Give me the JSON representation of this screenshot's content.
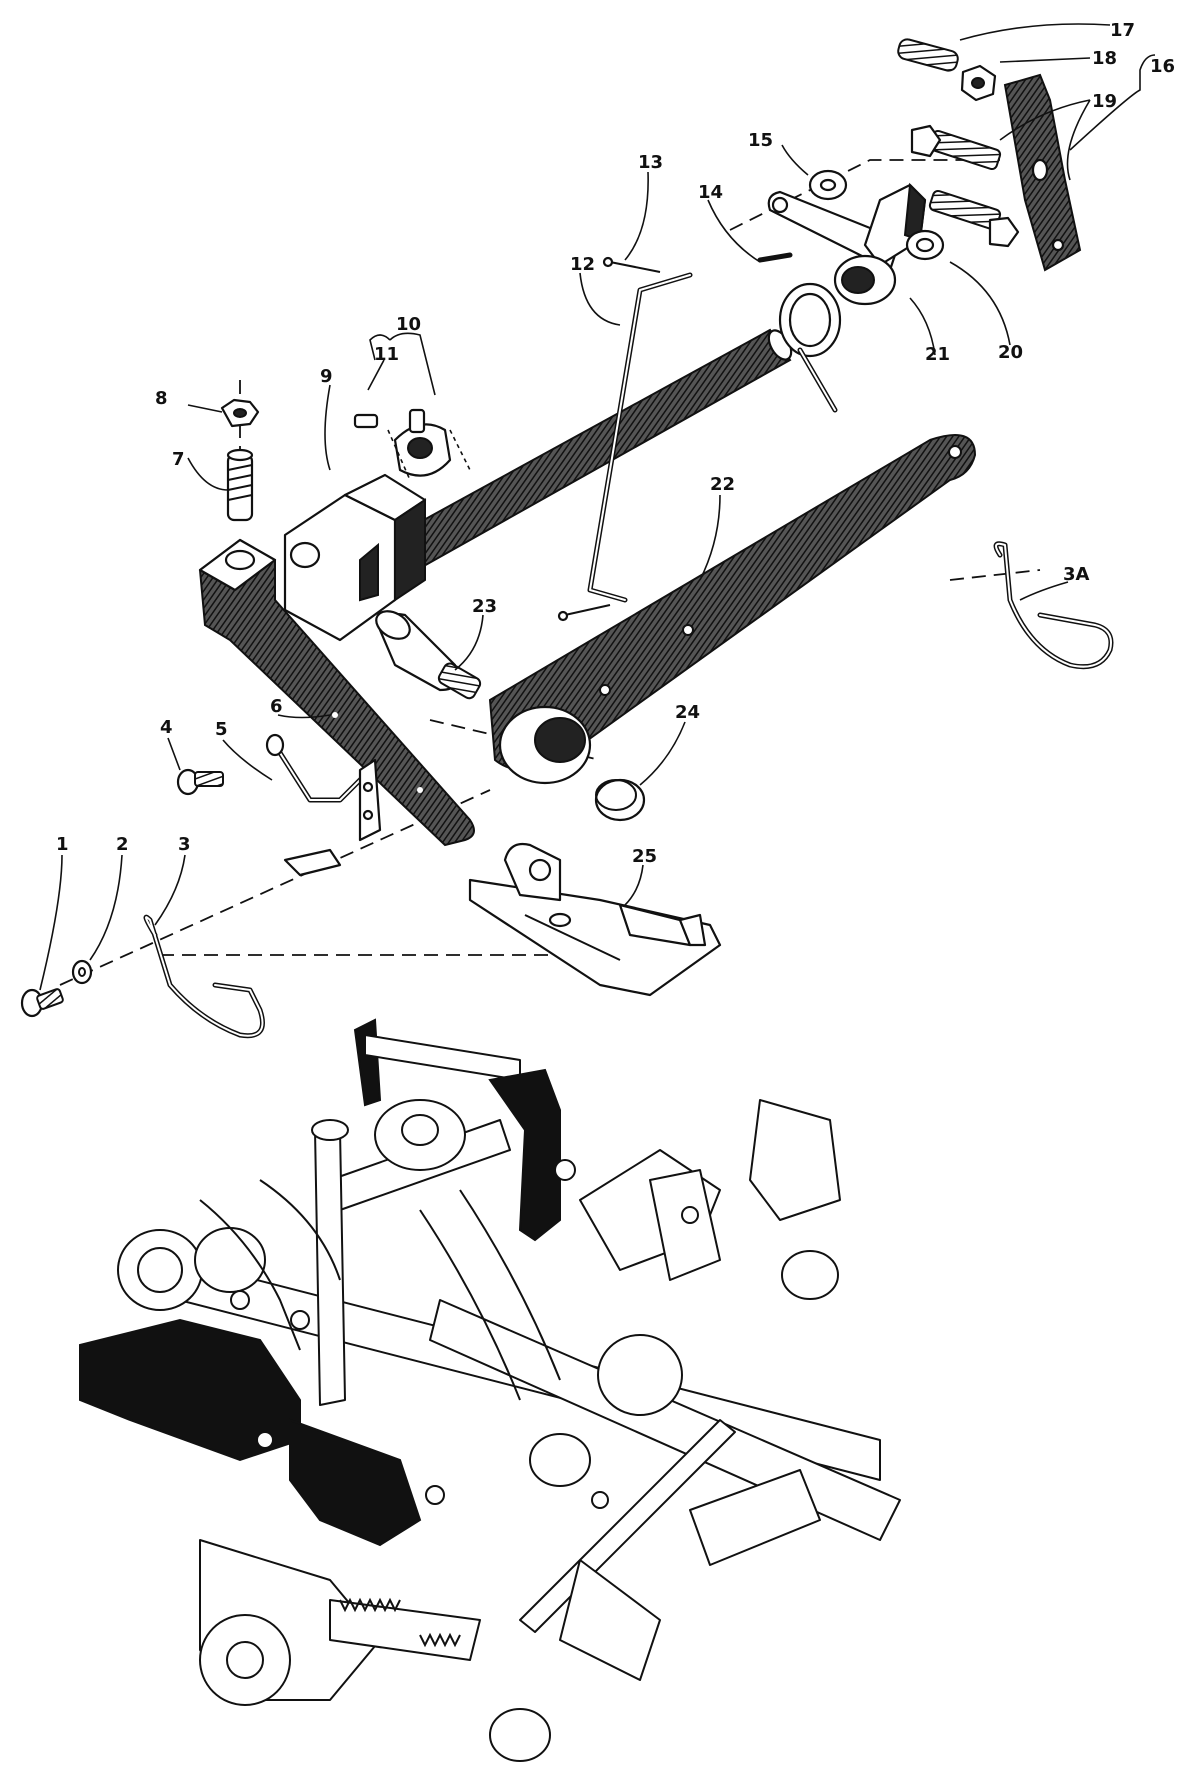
{
  "diagram": {
    "callouts": {
      "c1": "1",
      "c2": "2",
      "c3": "3",
      "c3a": "3A",
      "c4": "4",
      "c5": "5",
      "c6": "6",
      "c7": "7",
      "c8": "8",
      "c9": "9",
      "c10": "10",
      "c11": "11",
      "c12": "12",
      "c13": "13",
      "c14": "14",
      "c15": "15",
      "c16": "16",
      "c17": "17",
      "c18": "18",
      "c19": "19",
      "c20": "20",
      "c21": "21",
      "c22": "22",
      "c23": "23",
      "c24": "24",
      "c25": "25"
    },
    "colors": {
      "ink": "#111111",
      "paper": "#ffffff"
    }
  }
}
